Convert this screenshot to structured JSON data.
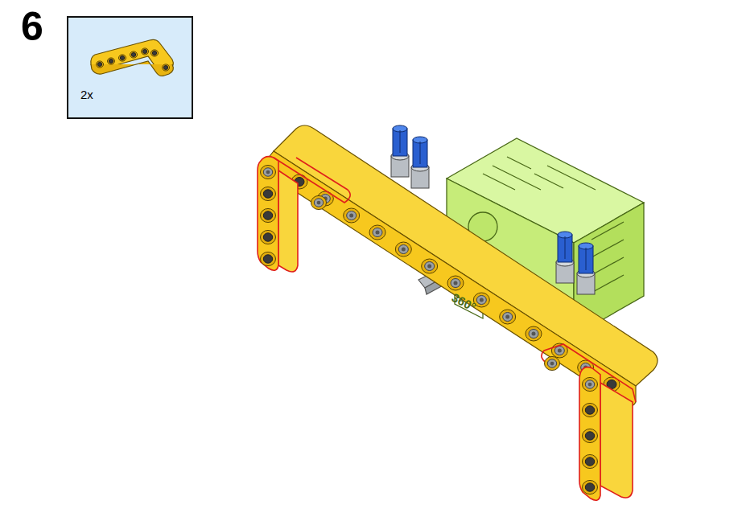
{
  "diagram": {
    "labels": [
      "6",
      "2x",
      "360°"
    ]
  }
}
